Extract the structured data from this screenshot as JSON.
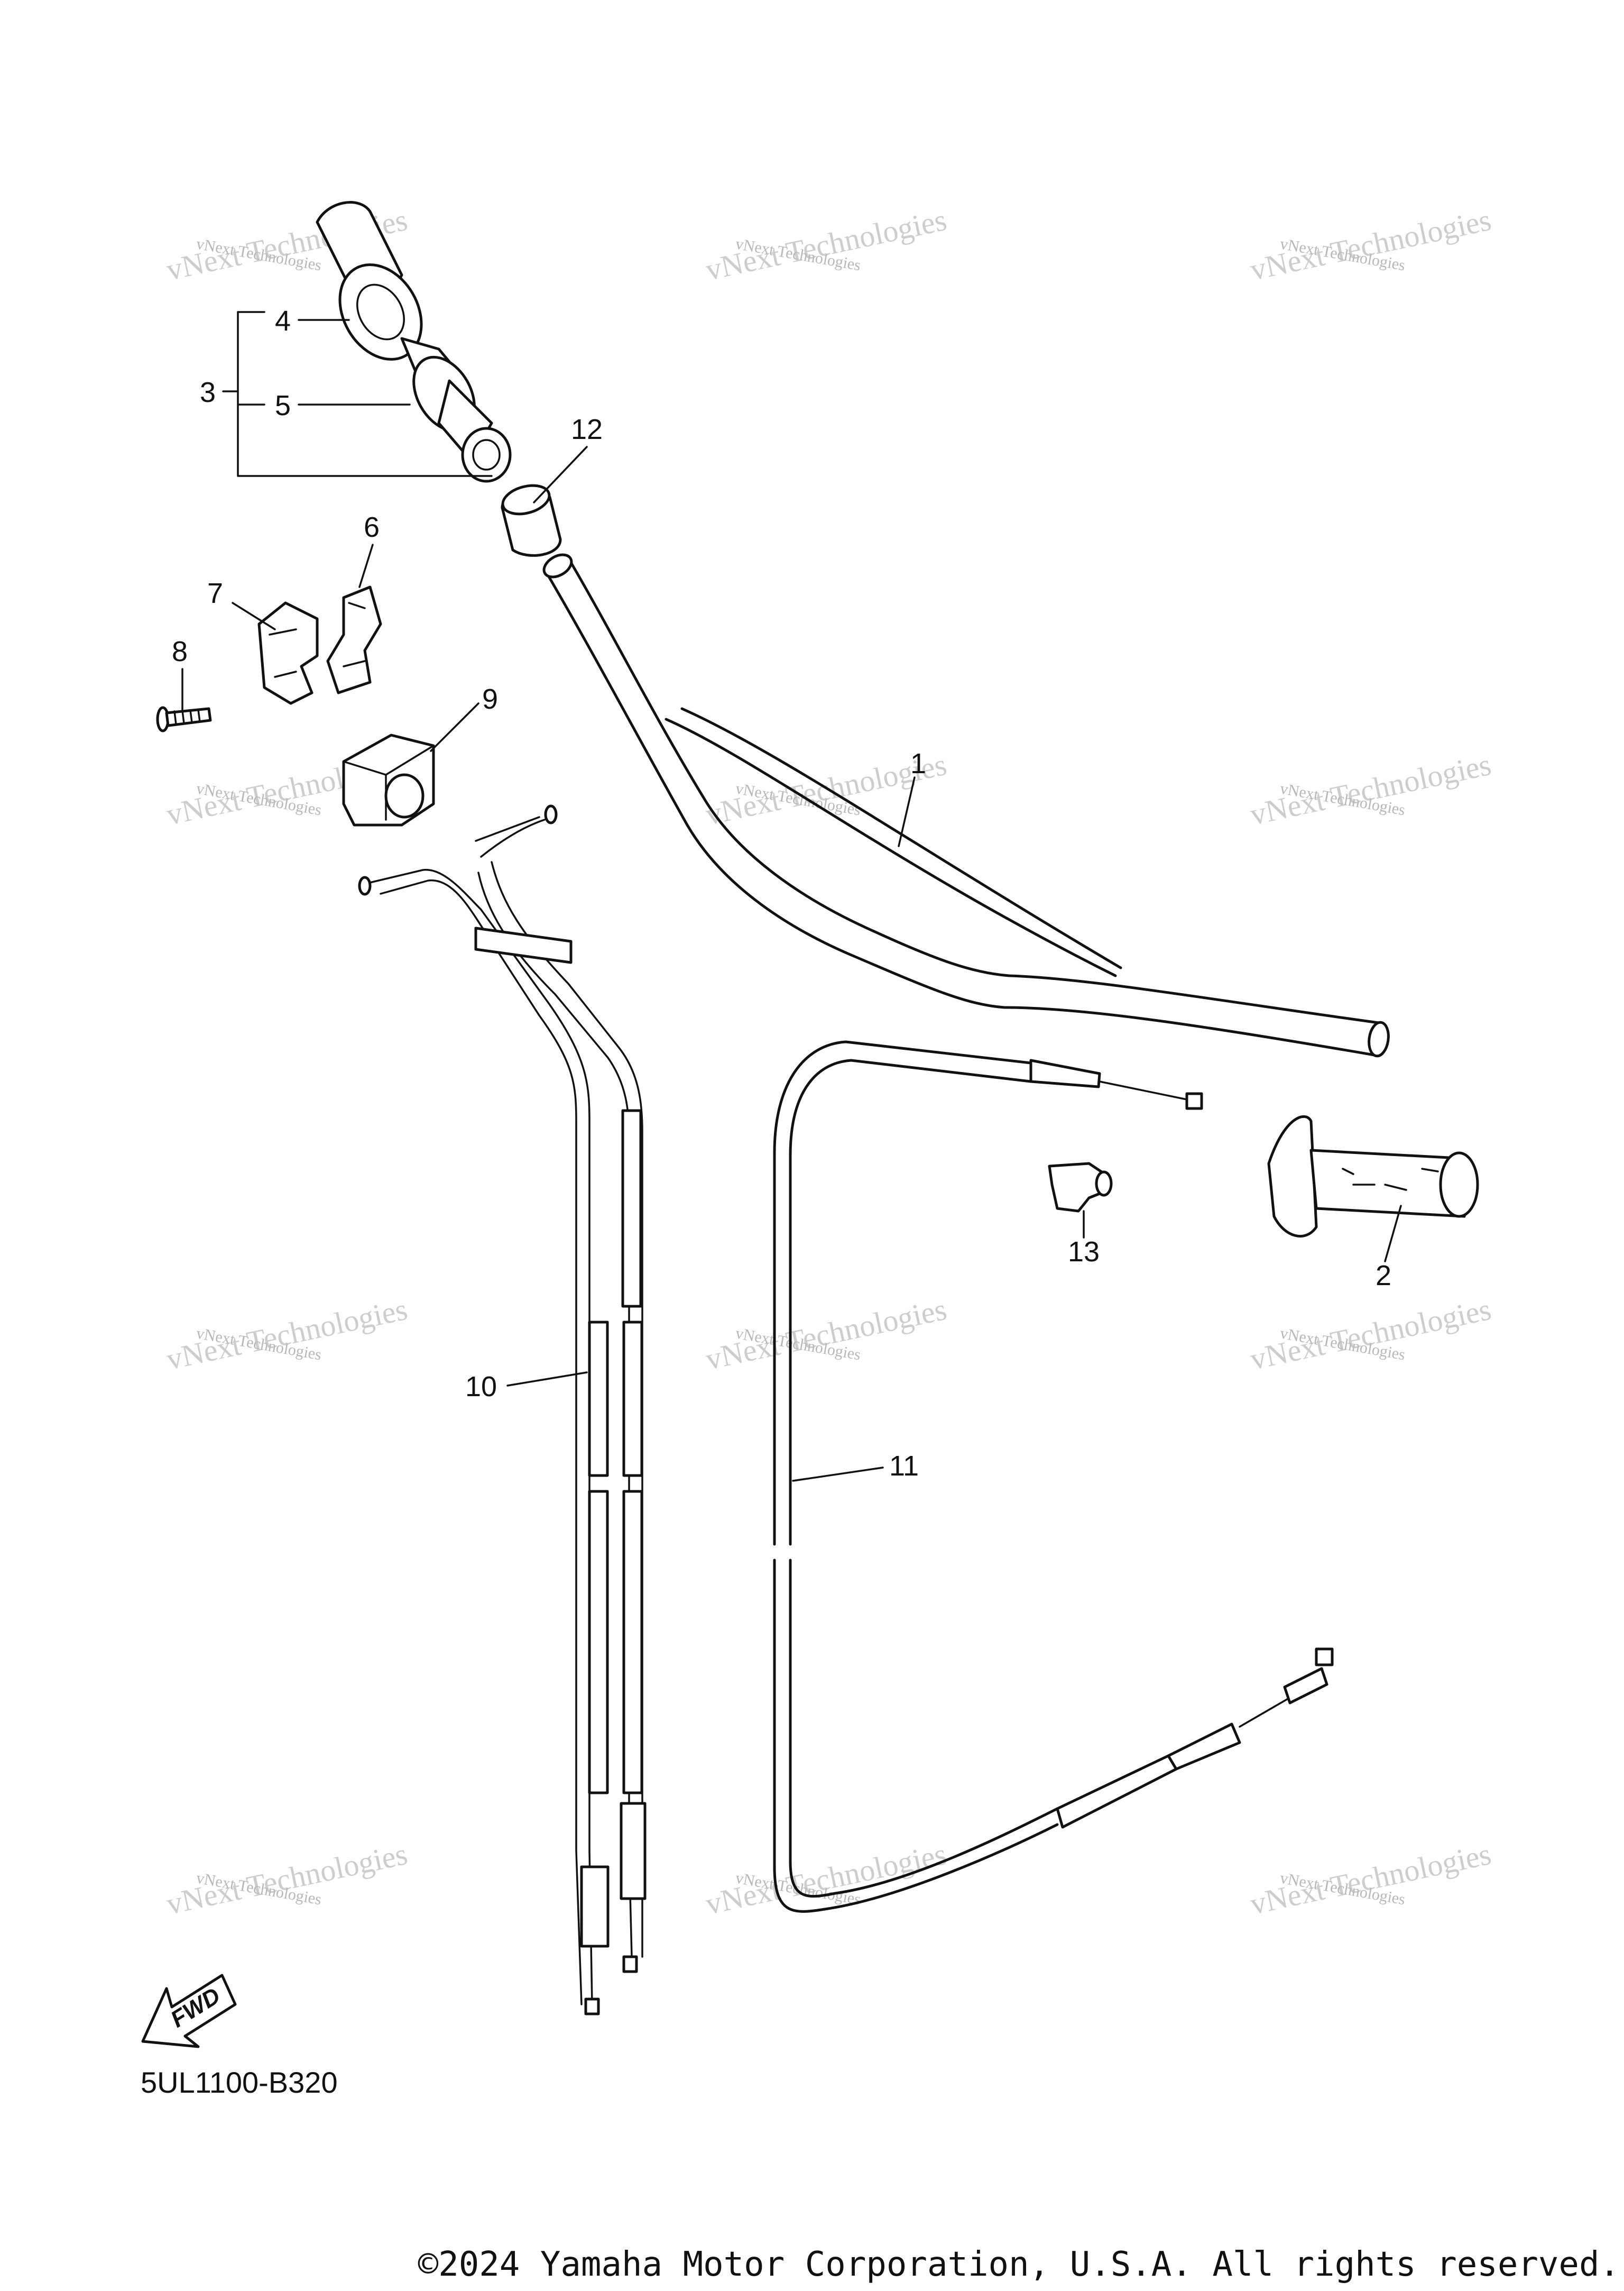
{
  "callouts": {
    "c1": "1",
    "c2": "2",
    "c3": "3",
    "c4": "4",
    "c5": "5",
    "c6": "6",
    "c7": "7",
    "c8": "8",
    "c9": "9",
    "c10": "10",
    "c11": "11",
    "c12": "12",
    "c13": "13"
  },
  "watermark": {
    "line1": "vNext Technologies",
    "line2": "vNext Technologies"
  },
  "fwd_label": "FWD",
  "diagram_code": "5UL1100-B320",
  "copyright": "©2024 Yamaha Motor Corporation, U.S.A. All rights reserved."
}
